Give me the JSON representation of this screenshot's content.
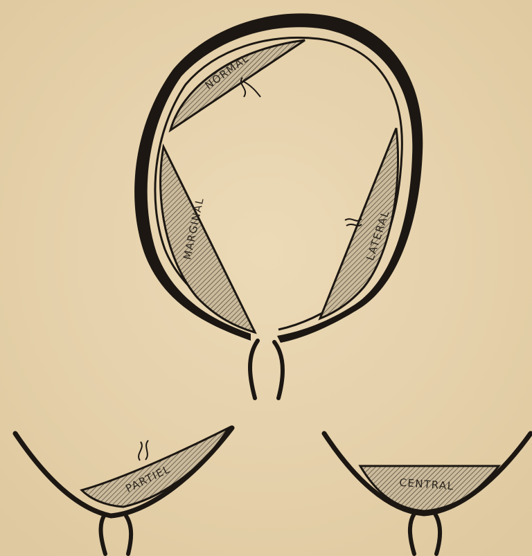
{
  "colors": {
    "paper": "#e7d3ae",
    "ink": "#1c1712",
    "hatch_fill": "#cbbb9c"
  },
  "labels": {
    "normal": "NORMAL",
    "marginal": "MARGINAL",
    "lateral": "LATERAL",
    "partiel": "PARTIEL",
    "central": "CENTRAL"
  }
}
